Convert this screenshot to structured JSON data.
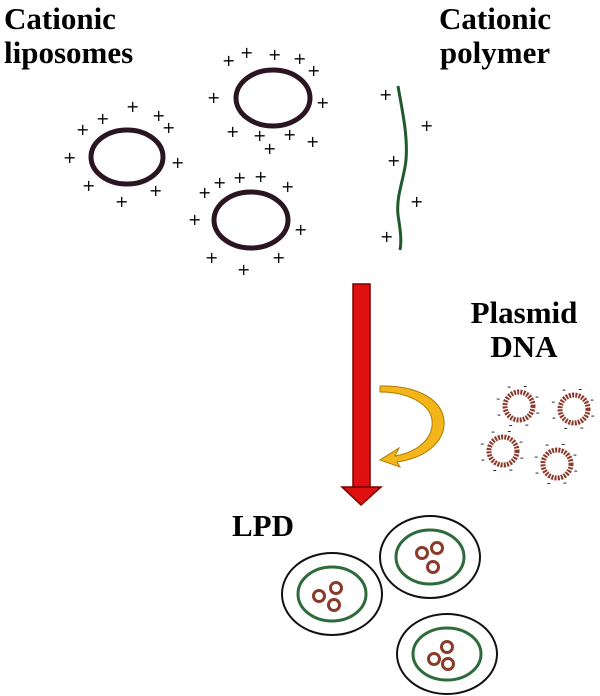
{
  "labels": {
    "cationic_liposomes": [
      "Cationic",
      "liposomes"
    ],
    "cationic_polymer": [
      "Cationic",
      "polymer"
    ],
    "plasmid_dna": [
      "Plasmid",
      "DNA"
    ],
    "lpd": "LPD"
  },
  "symbols": {
    "positive_charge": "+",
    "negative_charge": "-"
  },
  "colors": {
    "liposome_outline": "#2a1520",
    "polymer_strand": "#1f5a2a",
    "plasmid_ring": "#8b3a2a",
    "process_arrow": "#e01010",
    "curved_arrow": "#f2b51a",
    "lpd_inner_membrane": "#2e6b3a",
    "lpd_outer_shell": "#111111"
  }
}
